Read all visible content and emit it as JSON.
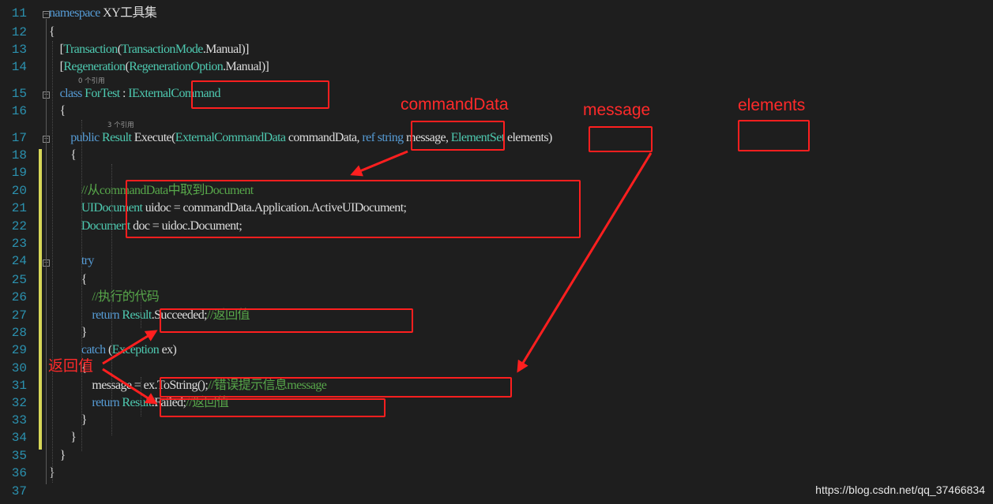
{
  "lines": [
    {
      "num": "11",
      "tokens": [
        [
          "kw",
          "namespace"
        ],
        [
          "tx",
          " XY工具集"
        ]
      ]
    },
    {
      "num": "12",
      "tokens": [
        [
          "tx",
          "{"
        ]
      ]
    },
    {
      "num": "13",
      "tokens": [
        [
          "tx",
          "    ["
        ],
        [
          "ty",
          "Transaction"
        ],
        [
          "tx",
          "("
        ],
        [
          "ty",
          "TransactionMode"
        ],
        [
          "tx",
          ".Manual)]"
        ]
      ]
    },
    {
      "num": "14",
      "tokens": [
        [
          "tx",
          "    ["
        ],
        [
          "ty",
          "Regeneration"
        ],
        [
          "tx",
          "("
        ],
        [
          "ty",
          "RegenerationOption"
        ],
        [
          "tx",
          ".Manual)]"
        ]
      ]
    },
    {
      "num": "15",
      "tokens": [
        [
          "tx",
          "    "
        ],
        [
          "kw",
          "class"
        ],
        [
          "tx",
          " "
        ],
        [
          "ty",
          "ForTest"
        ],
        [
          "tx",
          " : "
        ],
        [
          "ty",
          "IExternalCommand"
        ]
      ]
    },
    {
      "num": "16",
      "tokens": [
        [
          "tx",
          "    {"
        ]
      ]
    },
    {
      "num": "17",
      "tokens": [
        [
          "tx",
          "        "
        ],
        [
          "kw",
          "public"
        ],
        [
          "tx",
          " "
        ],
        [
          "ty",
          "Result"
        ],
        [
          "tx",
          " Execute("
        ],
        [
          "ty",
          "ExternalCommandData"
        ],
        [
          "tx",
          " commandData, "
        ],
        [
          "kw",
          "ref"
        ],
        [
          "tx",
          " "
        ],
        [
          "kw",
          "string"
        ],
        [
          "tx",
          " message, "
        ],
        [
          "ty",
          "ElementSet"
        ],
        [
          "tx",
          " elements)"
        ]
      ]
    },
    {
      "num": "18",
      "tokens": [
        [
          "tx",
          "        {"
        ]
      ]
    },
    {
      "num": "19",
      "tokens": []
    },
    {
      "num": "20",
      "tokens": [
        [
          "tx",
          "            "
        ],
        [
          "cm",
          "//从commandData中取到Document"
        ]
      ]
    },
    {
      "num": "21",
      "tokens": [
        [
          "tx",
          "            "
        ],
        [
          "ty",
          "UIDocument"
        ],
        [
          "tx",
          " uidoc = commandData.Application.ActiveUIDocument;"
        ]
      ]
    },
    {
      "num": "22",
      "tokens": [
        [
          "tx",
          "            "
        ],
        [
          "ty",
          "Document"
        ],
        [
          "tx",
          " doc = uidoc.Document;"
        ]
      ]
    },
    {
      "num": "23",
      "tokens": []
    },
    {
      "num": "24",
      "tokens": [
        [
          "tx",
          "            "
        ],
        [
          "kw",
          "try"
        ]
      ]
    },
    {
      "num": "25",
      "tokens": [
        [
          "tx",
          "            {"
        ]
      ]
    },
    {
      "num": "26",
      "tokens": [
        [
          "tx",
          "                "
        ],
        [
          "cm",
          "//执行的代码"
        ]
      ]
    },
    {
      "num": "27",
      "tokens": [
        [
          "tx",
          "                "
        ],
        [
          "kw",
          "return"
        ],
        [
          "tx",
          " "
        ],
        [
          "ty",
          "Result"
        ],
        [
          "tx",
          ".Succeeded;"
        ],
        [
          "cm",
          "//返回值"
        ]
      ]
    },
    {
      "num": "28",
      "tokens": [
        [
          "tx",
          "            }"
        ]
      ]
    },
    {
      "num": "29",
      "tokens": [
        [
          "tx",
          "            "
        ],
        [
          "kw",
          "catch"
        ],
        [
          "tx",
          " ("
        ],
        [
          "ty",
          "Exception"
        ],
        [
          "tx",
          " ex)"
        ]
      ]
    },
    {
      "num": "30",
      "tokens": [
        [
          "tx",
          "            {"
        ]
      ]
    },
    {
      "num": "31",
      "tokens": [
        [
          "tx",
          "                message = ex.ToString();"
        ],
        [
          "cm",
          "//错误提示信息message"
        ]
      ]
    },
    {
      "num": "32",
      "tokens": [
        [
          "tx",
          "                "
        ],
        [
          "kw",
          "return"
        ],
        [
          "tx",
          " "
        ],
        [
          "ty",
          "Result"
        ],
        [
          "tx",
          ".Failed;"
        ],
        [
          "cm",
          "//返回值"
        ]
      ]
    },
    {
      "num": "33",
      "tokens": [
        [
          "tx",
          "            }"
        ]
      ]
    },
    {
      "num": "34",
      "tokens": [
        [
          "tx",
          "        }"
        ]
      ]
    },
    {
      "num": "35",
      "tokens": [
        [
          "tx",
          "    }"
        ]
      ]
    },
    {
      "num": "36",
      "tokens": [
        [
          "tx",
          "}"
        ]
      ]
    },
    {
      "num": "37",
      "tokens": []
    }
  ],
  "ref_hints": {
    "class_refs": "0 个引用",
    "method_refs": "3 个引用"
  },
  "annotations": {
    "commandData": "commandData",
    "message": "message",
    "elements": "elements",
    "return_value": "返回值"
  },
  "watermark": "https://blog.csdn.net/qq_37466834",
  "colors": {
    "background": "#1e1e1e",
    "keyword": "#569cd6",
    "type": "#4ec9b0",
    "text": "#dcdcdc",
    "comment": "#57a64a",
    "line_number": "#2b91af",
    "annotation": "#ff2a2a",
    "changed_line_marker": "#d7d758"
  }
}
